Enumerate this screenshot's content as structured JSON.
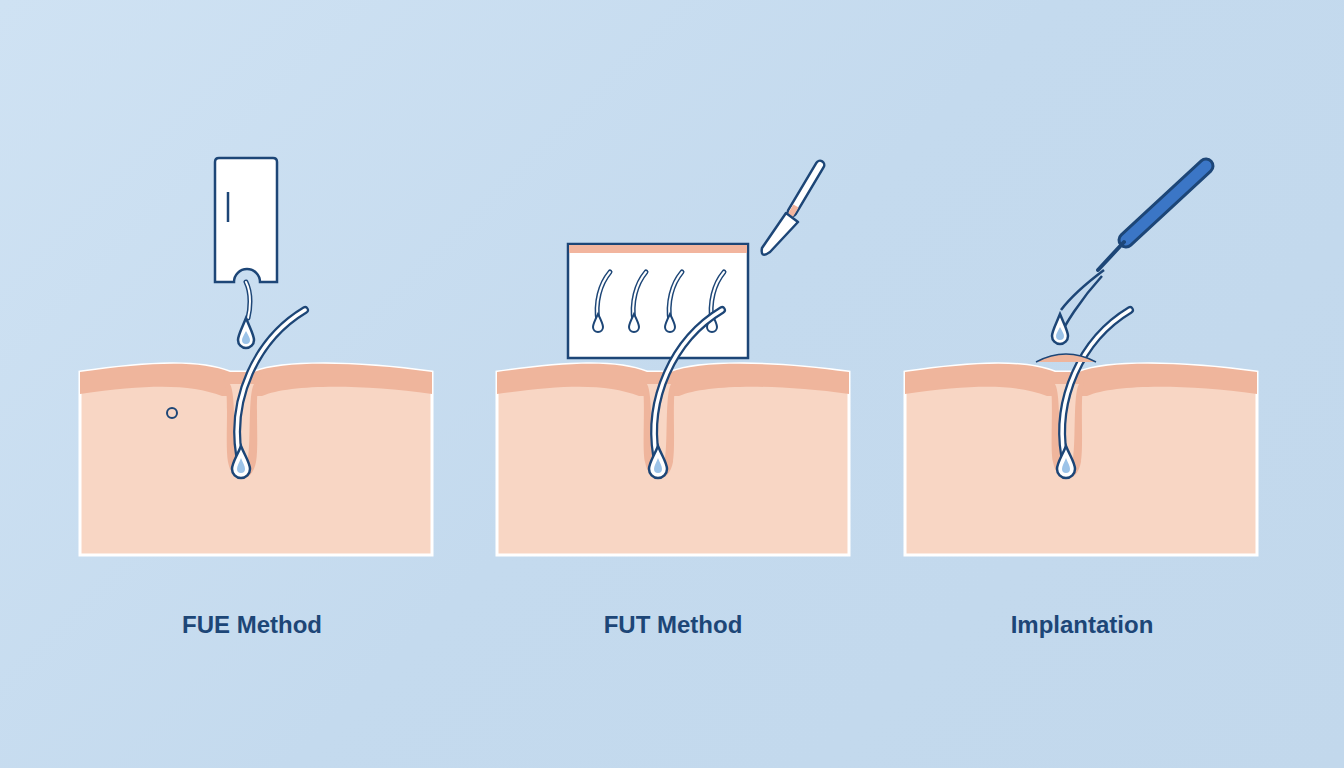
{
  "diagram": {
    "labels": [
      "FUE Method",
      "FUT Method",
      "Implantation"
    ]
  }
}
